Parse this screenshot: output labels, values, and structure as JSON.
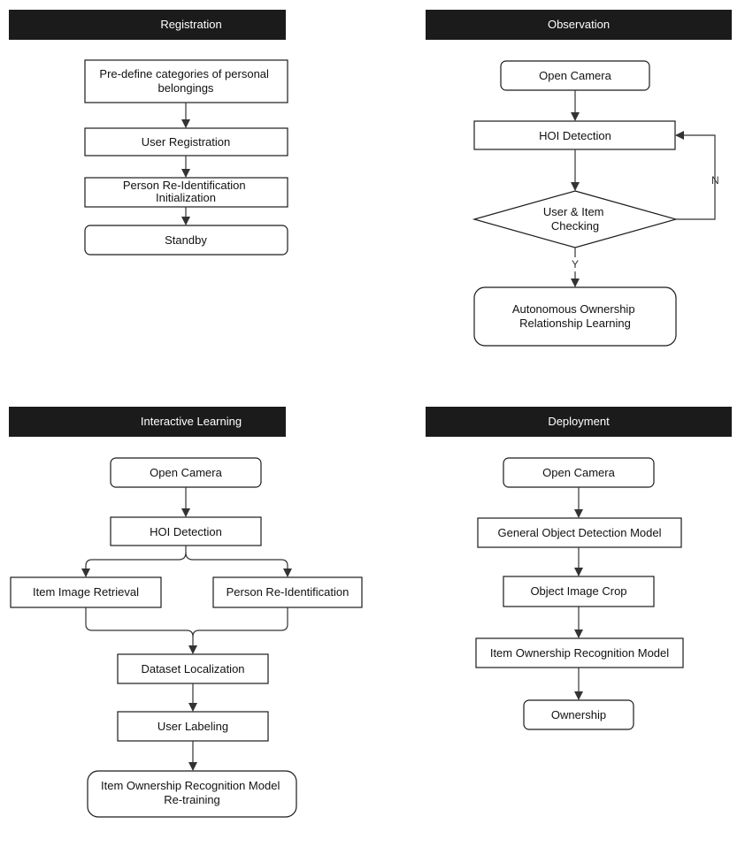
{
  "panels": {
    "registration": {
      "title": "Registration",
      "nodes": {
        "predefine": [
          "Pre-define categories of personal",
          "belongings"
        ],
        "user_registration": "User Registration",
        "reid_init": [
          "Person Re-Identification",
          "Initialization"
        ],
        "standby": "Standby"
      }
    },
    "observation": {
      "title": "Observation",
      "nodes": {
        "open_camera": "Open Camera",
        "hoi_detection": "HOI Detection",
        "checking": [
          "User & Item",
          "Checking"
        ],
        "learning": [
          "Autonomous Ownership",
          "Relationship Learning"
        ]
      },
      "edge_labels": {
        "no": "N",
        "yes": "Y"
      }
    },
    "interactive_learning": {
      "title": "Interactive Learning",
      "nodes": {
        "open_camera": "Open Camera",
        "hoi_detection": "HOI Detection",
        "item_retrieval": "Item Image Retrieval",
        "person_reid": "Person Re-Identification",
        "dataset_localization": "Dataset Localization",
        "user_labeling": "User Labeling",
        "retraining": [
          "Item Ownership Recognition Model",
          "Re-training"
        ]
      }
    },
    "deployment": {
      "title": "Deployment",
      "nodes": {
        "open_camera": "Open Camera",
        "general_detection": "General Object Detection Model",
        "image_crop": "Object Image Crop",
        "ownership_model": "Item Ownership Recognition Model",
        "ownership": "Ownership"
      }
    }
  }
}
